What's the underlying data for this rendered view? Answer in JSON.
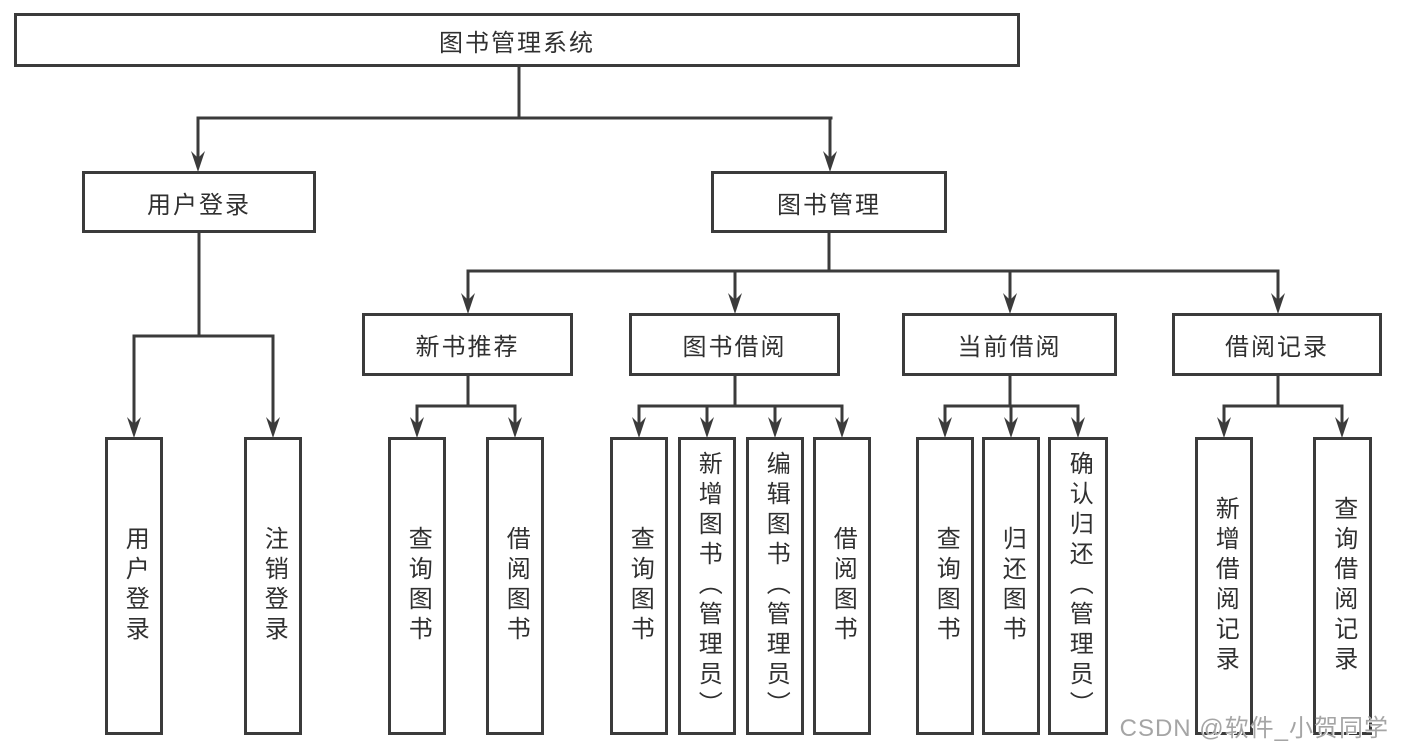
{
  "diagram": {
    "root": {
      "label": "图书管理系统"
    },
    "level2": {
      "user_login": {
        "label": "用户登录"
      },
      "book_management": {
        "label": "图书管理"
      }
    },
    "level3": {
      "new_book_recommend": {
        "label": "新书推荐"
      },
      "book_borrow": {
        "label": "图书借阅"
      },
      "current_borrow": {
        "label": "当前借阅"
      },
      "borrow_records": {
        "label": "借阅记录"
      }
    },
    "leaves": {
      "user_login_leaf": {
        "label": "用户登录"
      },
      "logout": {
        "label": "注销登录"
      },
      "recommend_query_book": {
        "label": "查询图书"
      },
      "recommend_borrow_book": {
        "label": "借阅图书"
      },
      "borrow_query_book": {
        "label": "查询图书"
      },
      "borrow_add_book_admin": {
        "label": "新增图书（管理员）"
      },
      "borrow_edit_book_admin": {
        "label": "编辑图书（管理员）"
      },
      "borrow_borrow_book": {
        "label": "借阅图书"
      },
      "current_query_book": {
        "label": "查询图书"
      },
      "current_return_book": {
        "label": "归还图书"
      },
      "current_confirm_return_admin": {
        "label": "确认归还（管理员）"
      },
      "records_add_record": {
        "label": "新增借阅记录"
      },
      "records_query_record": {
        "label": "查询借阅记录"
      }
    }
  },
  "watermark": {
    "text": "CSDN @软件_小贺同学"
  },
  "colors": {
    "line": "#3b3b3b",
    "text": "#303030",
    "watermark": "#a5a5a5",
    "background": "#ffffff"
  }
}
